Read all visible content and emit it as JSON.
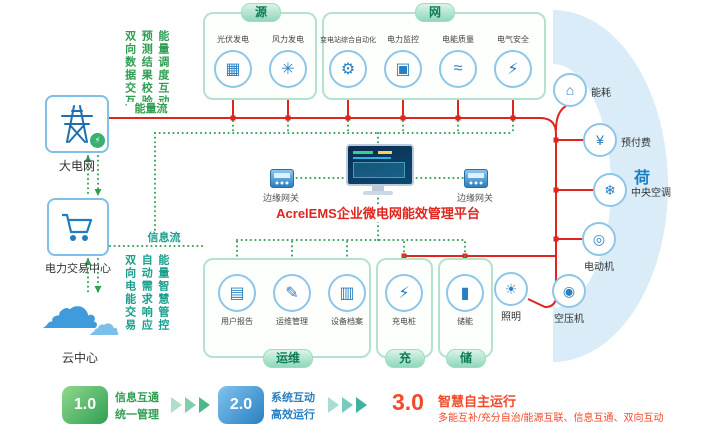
{
  "colors": {
    "energy_line": "#e0251f",
    "info_line": "#2f9e52",
    "accent_blue": "#2a7fc1",
    "band": "#d9ecf8",
    "teal": "#1a9f8f",
    "orange": "#f04a2a"
  },
  "left": {
    "grid_label": "大电网",
    "grid_badge_glyph": "⚡",
    "trade_label": "电力交易中心",
    "cloud_label": "云中心",
    "cloud_glyph": "☁",
    "energy_flow": "能量流",
    "info_flow": "信息流",
    "top_notes": [
      "双向数据交互",
      "预测结果校验",
      "能量调度互动"
    ],
    "bottom_notes": [
      "双向电能交易",
      "自动需求响应",
      "能量智慧管控"
    ]
  },
  "groups": {
    "source": {
      "tab": "源",
      "items": [
        {
          "label": "光伏发电",
          "icon": "solar-panel-icon",
          "glyph": "▦"
        },
        {
          "label": "风力发电",
          "icon": "wind-turbine-icon",
          "glyph": "✳"
        }
      ]
    },
    "network": {
      "tab": "网",
      "items": [
        {
          "label": "变电站综合自动化",
          "icon": "substation-automation-icon",
          "glyph": "⚙"
        },
        {
          "label": "电力监控",
          "icon": "power-monitoring-icon",
          "glyph": "▣"
        },
        {
          "label": "电能质量",
          "icon": "power-quality-icon",
          "glyph": "≈"
        },
        {
          "label": "电气安全",
          "icon": "electrical-safety-icon",
          "glyph": "⚡"
        }
      ]
    },
    "om": {
      "tab": "运维",
      "items": [
        {
          "label": "用户报告",
          "icon": "user-report-icon",
          "glyph": "▤"
        },
        {
          "label": "运维管理",
          "icon": "om-management-icon",
          "glyph": "✎"
        },
        {
          "label": "设备档案",
          "icon": "equipment-archive-icon",
          "glyph": "▥"
        }
      ]
    },
    "charge": {
      "tab": "充",
      "items": [
        {
          "label": "充电桩",
          "icon": "charging-pile-icon",
          "glyph": "⚡"
        }
      ]
    },
    "storage": {
      "tab": "储",
      "items": [
        {
          "label": "储能",
          "icon": "energy-storage-icon",
          "glyph": "▮"
        }
      ]
    }
  },
  "load": {
    "label": "荷",
    "items": [
      {
        "label": "能耗",
        "icon": "energy-consumption-icon",
        "glyph": "⌂"
      },
      {
        "label": "预付费",
        "icon": "prepayment-icon",
        "glyph": "¥"
      },
      {
        "label": "中央空调",
        "icon": "central-ac-icon",
        "glyph": "❄"
      },
      {
        "label": "电动机",
        "icon": "electric-motor-icon",
        "glyph": "◎"
      },
      {
        "label": "空压机",
        "icon": "air-compressor-icon",
        "glyph": "◉"
      },
      {
        "label": "照明",
        "icon": "lighting-icon",
        "glyph": "☀"
      }
    ]
  },
  "center": {
    "platform_title": "AcrelEMS企业微电网能效管理平台",
    "gateway_left_label": "边缘网关",
    "gateway_right_label": "边缘网关"
  },
  "legend": {
    "stages": [
      {
        "badge": "1.0",
        "line1": "信息互通",
        "line2": "统一管理"
      },
      {
        "badge": "2.0",
        "line1": "系统互动",
        "line2": "高效运行"
      },
      {
        "badge": "3.0",
        "line1": "智慧自主运行",
        "line2": "多能互补/充分自治/能源互联、信息互通、双向互动"
      }
    ]
  }
}
